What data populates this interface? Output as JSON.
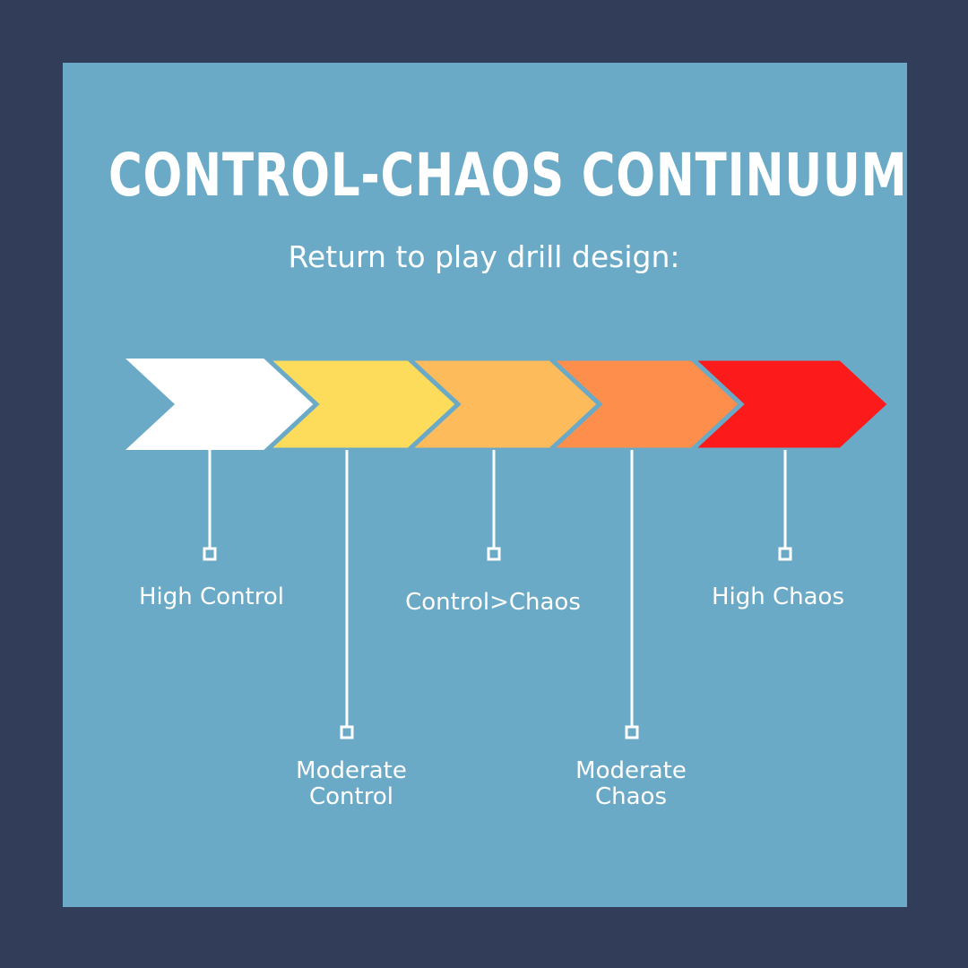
{
  "title": "CONTROL-CHAOS CONTINUUM",
  "subtitle": "Return to play drill design:",
  "colors": {
    "outer_background": "#323d59",
    "panel_background": "#6baac7",
    "connector": "#ffffff"
  },
  "stages": [
    {
      "id": "high-control",
      "label_lines": [
        "High Control"
      ],
      "color": "#ffffff"
    },
    {
      "id": "moderate-control",
      "label_lines": [
        "Moderate",
        "Control"
      ],
      "color": "#fddc5c"
    },
    {
      "id": "control-gt-chaos",
      "label_lines": [
        "Control>Chaos"
      ],
      "color": "#fdbb5b"
    },
    {
      "id": "moderate-chaos",
      "label_lines": [
        "Moderate",
        "Chaos"
      ],
      "color": "#fd8e4c"
    },
    {
      "id": "high-chaos",
      "label_lines": [
        "High Chaos"
      ],
      "color": "#fd1a1a"
    }
  ]
}
